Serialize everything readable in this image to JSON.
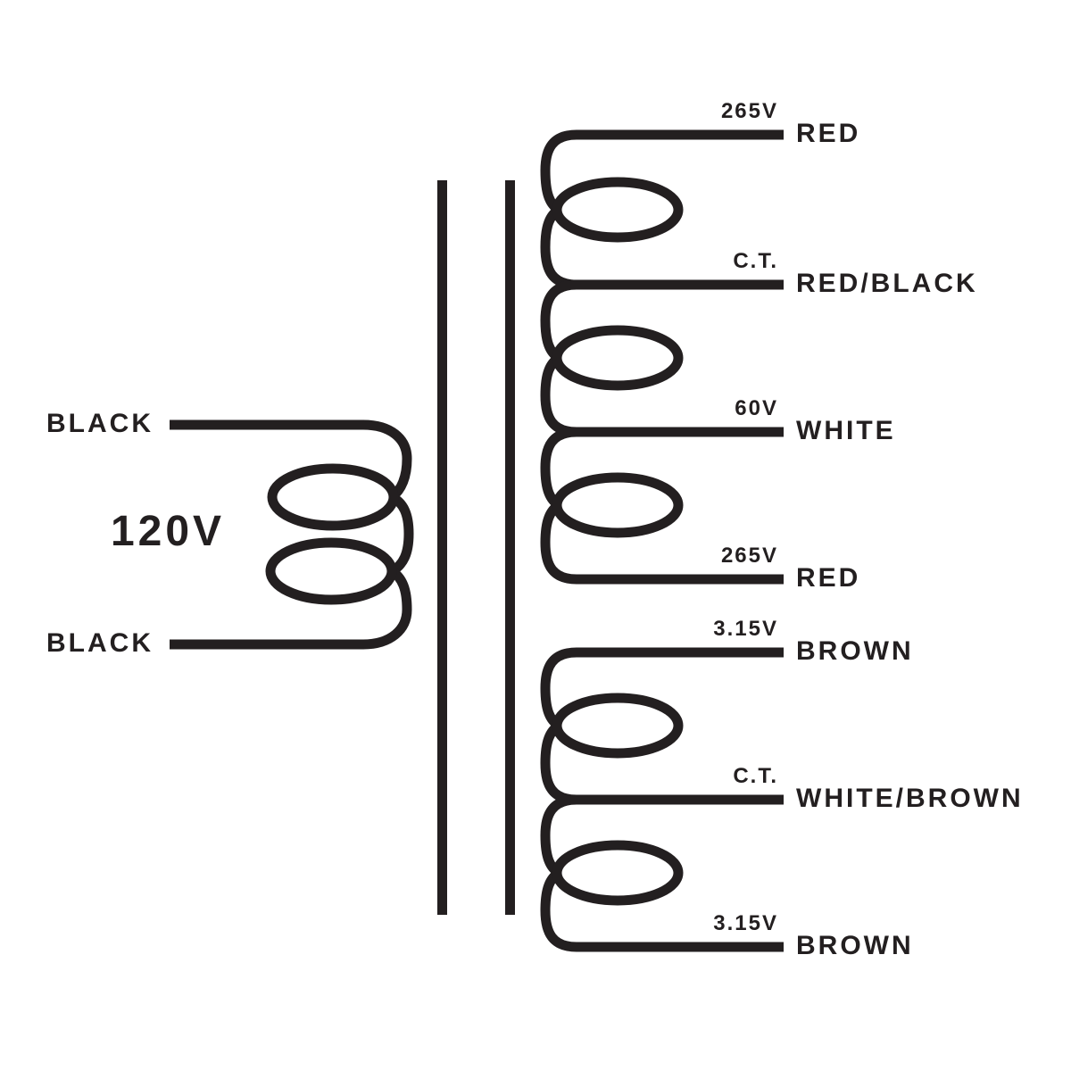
{
  "diagram_type": "transformer-wiring-diagram",
  "colors": {
    "wire": "#231f20",
    "background": "#ffffff"
  },
  "primary": {
    "voltage": "120V",
    "lead_top": "BLACK",
    "lead_bottom": "BLACK"
  },
  "secondary": {
    "taps": [
      {
        "voltage": "265V",
        "wire": "RED"
      },
      {
        "voltage": "C.T.",
        "wire": "RED/BLACK"
      },
      {
        "voltage": "60V",
        "wire": "WHITE"
      },
      {
        "voltage": "265V",
        "wire": "RED"
      },
      {
        "voltage": "3.15V",
        "wire": "BROWN"
      },
      {
        "voltage": "C.T.",
        "wire": "WHITE/BROWN"
      },
      {
        "voltage": "3.15V",
        "wire": "BROWN"
      }
    ]
  }
}
